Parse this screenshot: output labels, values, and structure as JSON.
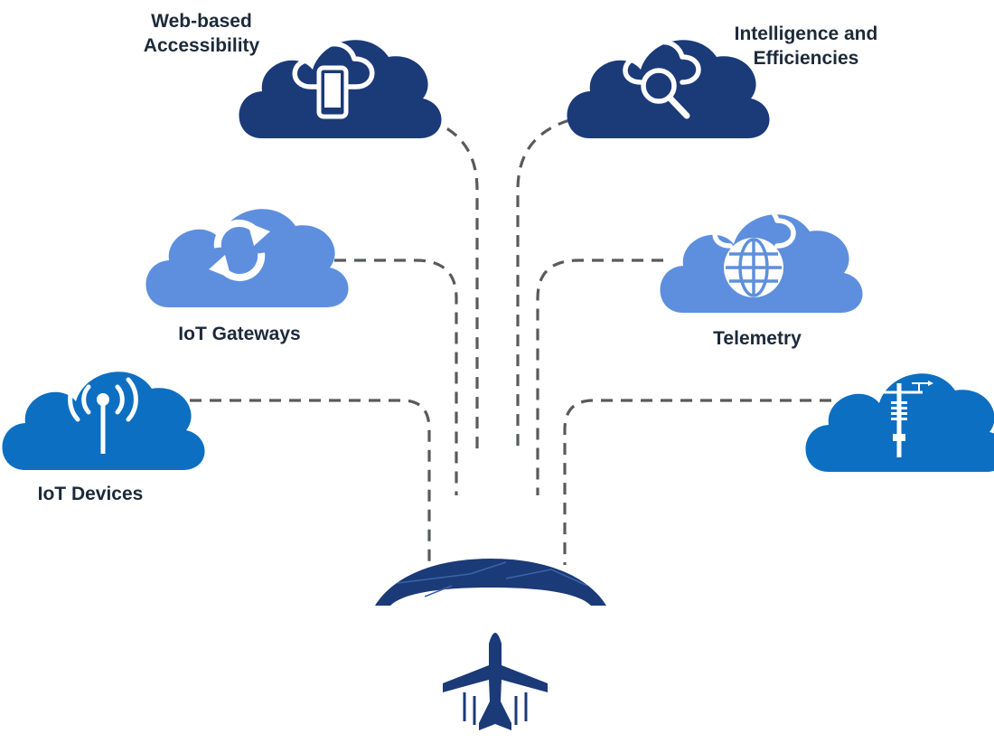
{
  "nodes": {
    "web_accessibility": {
      "label_line1": "Web-based",
      "label_line2": "Accessibility",
      "icon": "smartphone-icon",
      "color": "#1b3a78"
    },
    "intelligence": {
      "label_line1": "Intelligence and",
      "label_line2": "Efficiencies",
      "icon": "magnifier-icon",
      "color": "#1b3a78"
    },
    "iot_gateways": {
      "label": "IoT Gateways",
      "icon": "sync-arrows-icon",
      "color": "#5e8fde"
    },
    "telemetry": {
      "label": "Telemetry",
      "icon": "globe-icon",
      "color": "#5e8fde"
    },
    "iot_devices": {
      "label": "IoT Devices",
      "icon": "antenna-icon",
      "color": "#0c6fc2"
    },
    "weather_station": {
      "icon": "weather-station-icon",
      "color": "#0c6fc2"
    }
  },
  "hub": {
    "icon": "arc-platform",
    "color": "#1b3a78"
  },
  "vehicle": {
    "icon": "airplane-icon",
    "color": "#1b3a78"
  },
  "connector_color": "#585a5c"
}
